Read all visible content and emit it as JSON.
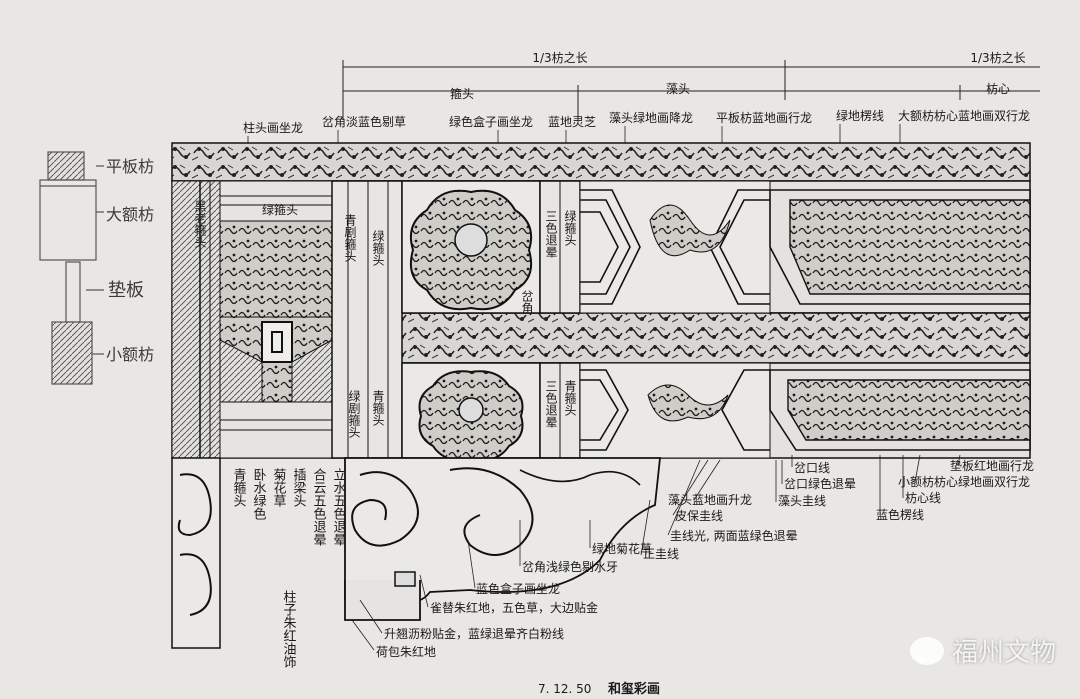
{
  "dimensions": {
    "beam_one_third": "1/3枋之长",
    "beam_one_third_right": "1/3枋之长",
    "gutou": "箍头",
    "zaotou": "藻头",
    "fangxin": "枋心"
  },
  "top_labels": {
    "zhutou": "柱头画坐龙",
    "chajiao": "岔角淡蓝色剔草",
    "green_box": "绿色盒子画坐龙",
    "blue_lingzhi": "蓝地灵芝",
    "zaotou_green": "藻头绿地画降龙",
    "pingban": "平板枋蓝地画行龙",
    "green_lengxian": "绿地楞线",
    "big_fangxin": "大额枋枋心蓝地画双行龙"
  },
  "inner_labels": {
    "black_gutou": "黑老箍头",
    "green_gutou": "绿箍头",
    "qing_gutou": "青剧箍头",
    "green_gutou2": "绿箍头",
    "three_color": "三色退晕",
    "green_gutou3": "绿箍头",
    "chajiao_inner": "岔角",
    "green_gutou_lower": "绿剧箍头",
    "qing_gutou2": "青箍头",
    "three_color2": "三色退晕",
    "qing_gutou3": "青箍头"
  },
  "left_vertical_labels": {
    "qing": "青箍头",
    "wo": "卧水绿色",
    "ju": "菊花草",
    "cha": "插梁头",
    "he": "合云五色退晕",
    "li": "立水五色退晕",
    "zhuzi": "柱子朱红油饰"
  },
  "bottom_labels": {
    "queti": "雀替朱红地，五色草，大边贴金",
    "shengchi": "升翘沥粉贴金，蓝绿退晕齐白粉线",
    "hebao": "荷包朱红地",
    "blue_box": "蓝色盒子画坐龙",
    "chajiao_shallow": "岔角浅绿色剔水牙",
    "green_ju": "绿地菊花草",
    "zheng": "正圭线",
    "guixian": "圭线光, 两面蓝绿色退晕",
    "pibao": "皮保圭线",
    "zaotou_blue": "藻头蓝地画升龙",
    "zaotou_gui": "藻头圭线",
    "chakou_green": "岔口绿色退晕",
    "chakou": "岔口线",
    "fangxin_line": "枋心线",
    "blue_leng": "蓝色楞线",
    "small_fangxin": "小额枋枋心绿地画双行龙",
    "dianban": "垫板红地画行龙"
  },
  "sketch_labels": {
    "pingban": "平板枋",
    "big": "大额枋",
    "dian": "垫板",
    "small": "小额枋"
  },
  "caption": {
    "number": "7. 12. 50",
    "title": "和玺彩画"
  },
  "watermark": "福州文物"
}
